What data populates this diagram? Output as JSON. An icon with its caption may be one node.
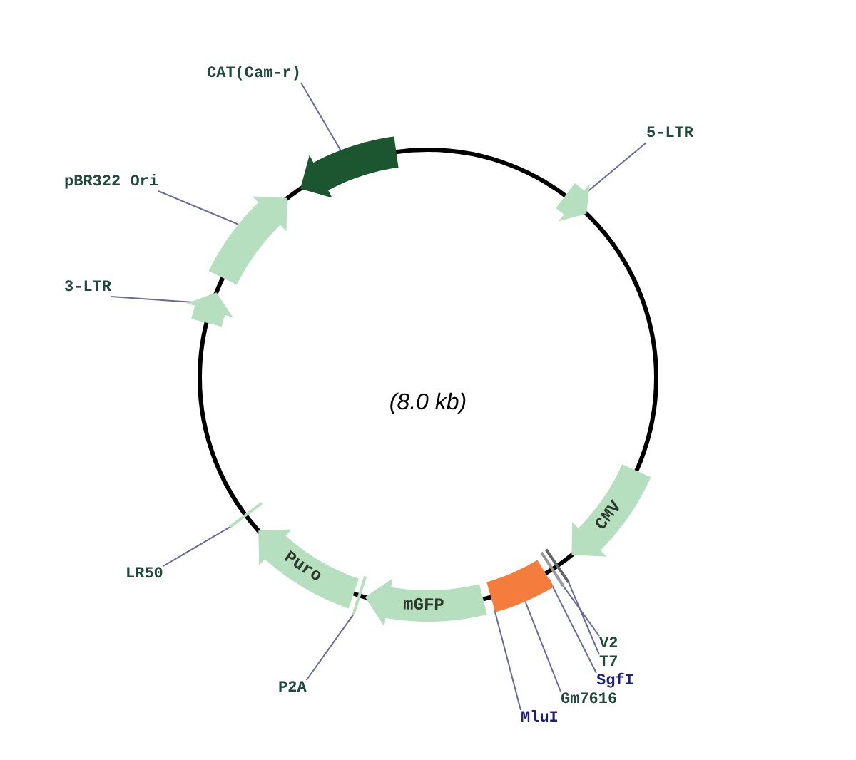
{
  "diagram": {
    "nodes": [
      {
        "text": [
          "CAT(Cam-r)"
        ]
      },
      {
        "text": [],
        "shape": "arrow"
      },
      {
        "text": [
          "5-LTR"
        ]
      },
      {
        "text": [],
        "shape": "arrow"
      },
      {
        "text": [
          "pBR322 Ori"
        ]
      },
      {
        "text": [],
        "shape": "arrow"
      },
      {
        "text": [
          "3-LTR"
        ]
      },
      {
        "text": [],
        "shape": "arrow"
      },
      {
        "text": [
          "CMV"
        ]
      },
      {
        "text": [
          "V2"
        ]
      },
      {
        "text": [],
        "shape": "bar"
      },
      {
        "text": [
          "T7"
        ]
      },
      {
        "text": [],
        "shape": "bar"
      },
      {
        "text": [
          "SgfI"
        ]
      },
      {
        "text": [
          "Gm7616"
        ]
      },
      {
        "text": [],
        "shape": "box"
      },
      {
        "text": [
          "MluI"
        ]
      },
      {
        "text": [
          "mGFP"
        ]
      },
      {
        "text": [
          "Puro"
        ]
      },
      {
        "text": [
          "P2A"
        ]
      },
      {
        "text": [],
        "shape": "bar"
      },
      {
        "text": [
          "LR50"
        ]
      },
      {
        "text": [],
        "shape": "bar"
      }
    ],
    "edges": [
      {
        "from": 0,
        "to": 1,
        "arrow": "none"
      },
      {
        "from": 2,
        "to": 3,
        "arrow": "none"
      },
      {
        "from": 4,
        "to": 5,
        "arrow": "none"
      },
      {
        "from": 6,
        "to": 7,
        "arrow": "none"
      },
      {
        "from": 9,
        "to": 10,
        "arrow": "none"
      },
      {
        "from": 11,
        "to": 12,
        "arrow": "none"
      },
      {
        "from": 13,
        "to": 15,
        "arrow": "none"
      },
      {
        "from": 14,
        "to": 15,
        "arrow": "none"
      },
      {
        "from": 16,
        "to": 15,
        "arrow": "none"
      },
      {
        "from": 19,
        "to": 20,
        "arrow": "none"
      },
      {
        "from": 21,
        "to": 22,
        "arrow": "none"
      }
    ],
    "labels": [
      "(8.0 kb)"
    ]
  }
}
